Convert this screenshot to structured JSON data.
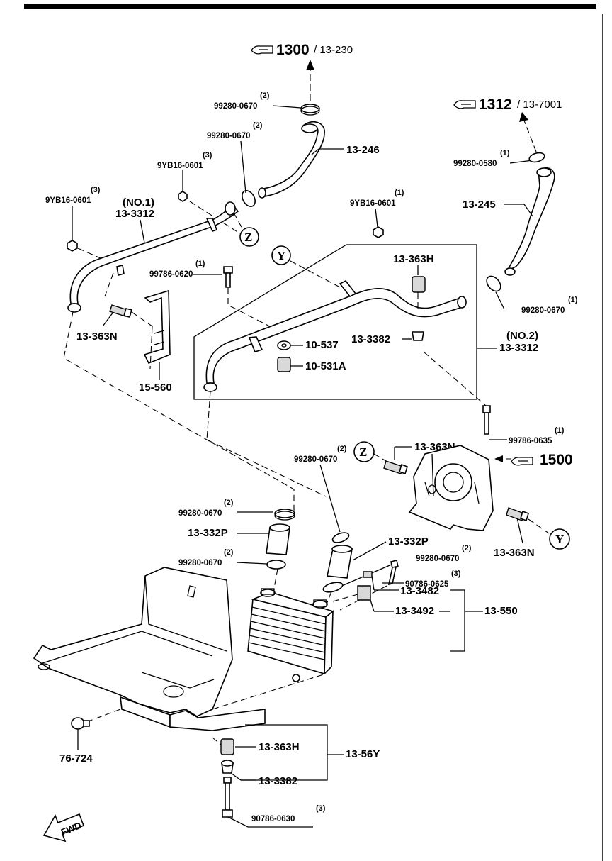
{
  "refs": {
    "r1300": {
      "main": "1300",
      "sub": "/ 13-230"
    },
    "r1312": {
      "main": "1312",
      "sub": "/ 13-7001"
    },
    "r1500": {
      "main": "1500"
    }
  },
  "circles": {
    "z1": "Z",
    "z2": "Z",
    "y1": "Y",
    "y2": "Y"
  },
  "labels": {
    "c1_num": "99280-0670",
    "c1_qty": "(2)",
    "c2_num": "99280-0670",
    "c2_qty": "(2)",
    "hose246": "13-246",
    "nut1_num": "9YB16-0601",
    "nut1_qty": "(3)",
    "nut2_num": "9YB16-0601",
    "nut2_qty": "(3)",
    "no1": "(NO.1)",
    "pipe1": "13-3312",
    "c3_num": "99280-0580",
    "c3_qty": "(1)",
    "hose245": "13-245",
    "nut3_num": "9YB16-0601",
    "nut3_qty": "(1)",
    "bolt1_num": "99786-0620",
    "bolt1_qty": "(1)",
    "n13363h_1": "13-363H",
    "c4_num": "99280-0670",
    "c4_qty": "(1)",
    "n13363n_1": "13-363N",
    "n10537": "10-537",
    "n133382_1": "13-3382",
    "no2": "(NO.2)",
    "pipe2": "13-3312",
    "n10531a": "10-531A",
    "n15560": "15-560",
    "bolt2_num": "99786-0635",
    "bolt2_qty": "(1)",
    "n13363n_2": "13-363N",
    "c5_num": "99280-0670",
    "c5_qty": "(2)",
    "c6_num": "99280-0670",
    "c6_qty": "(2)",
    "hose332p_1": "13-332P",
    "c7_num": "99280-0670",
    "c7_qty": "(2)",
    "hose332p_2": "13-332P",
    "c8_num": "99280-0670",
    "c8_qty": "(2)",
    "n13363n_3": "13-363N",
    "bolt3_num": "90786-0625",
    "bolt3_qty": "(3)",
    "n133482": "13-3482",
    "n133492": "13-3492",
    "n13550": "13-550",
    "n76724": "76-724",
    "n13363h_2": "13-363H",
    "n1356y": "13-56Y",
    "n133382_2": "13-3382",
    "bolt4_num": "90786-0630",
    "bolt4_qty": "(3)",
    "fwd": "FWD"
  }
}
